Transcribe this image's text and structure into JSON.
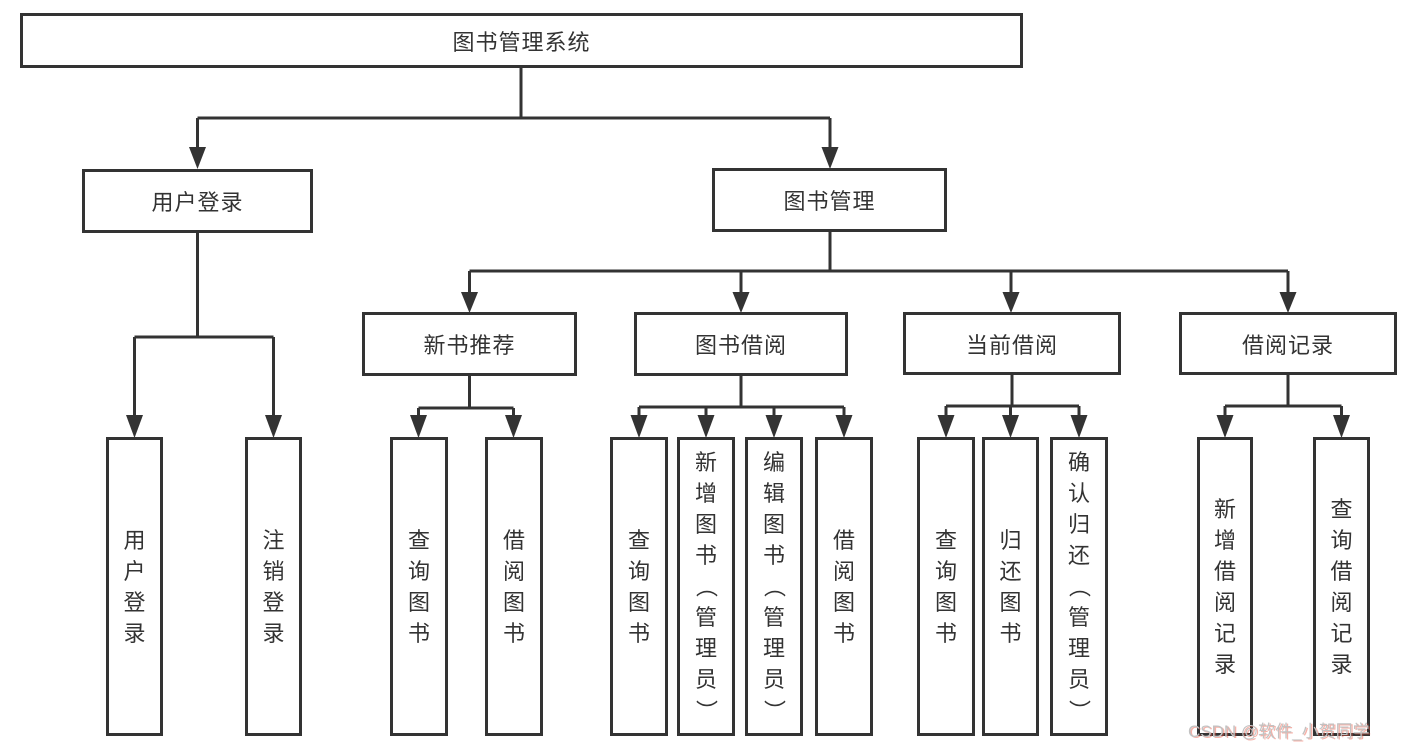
{
  "diagram": {
    "title": "图书管理系统",
    "line_color": "#333333",
    "text_color": "#333333",
    "watermark_color": "#c2c2c2",
    "branches": [
      {
        "label": "用户登录",
        "leaves": [
          "用户登录",
          "注销登录"
        ]
      },
      {
        "label": "图书管理",
        "groups": [
          {
            "label": "新书推荐",
            "leaves": [
              "查询图书",
              "借阅图书"
            ]
          },
          {
            "label": "图书借阅",
            "leaves": [
              "查询图书",
              "新增图书（管理员）",
              "编辑图书（管理员）",
              "借阅图书"
            ]
          },
          {
            "label": "当前借阅",
            "leaves": [
              "查询图书",
              "归还图书",
              "确认归还（管理员）"
            ]
          },
          {
            "label": "借阅记录",
            "leaves": [
              "新增借阅记录",
              "查询借阅记录"
            ]
          }
        ]
      }
    ],
    "watermark": "CSDN @软件_小贺同学"
  }
}
